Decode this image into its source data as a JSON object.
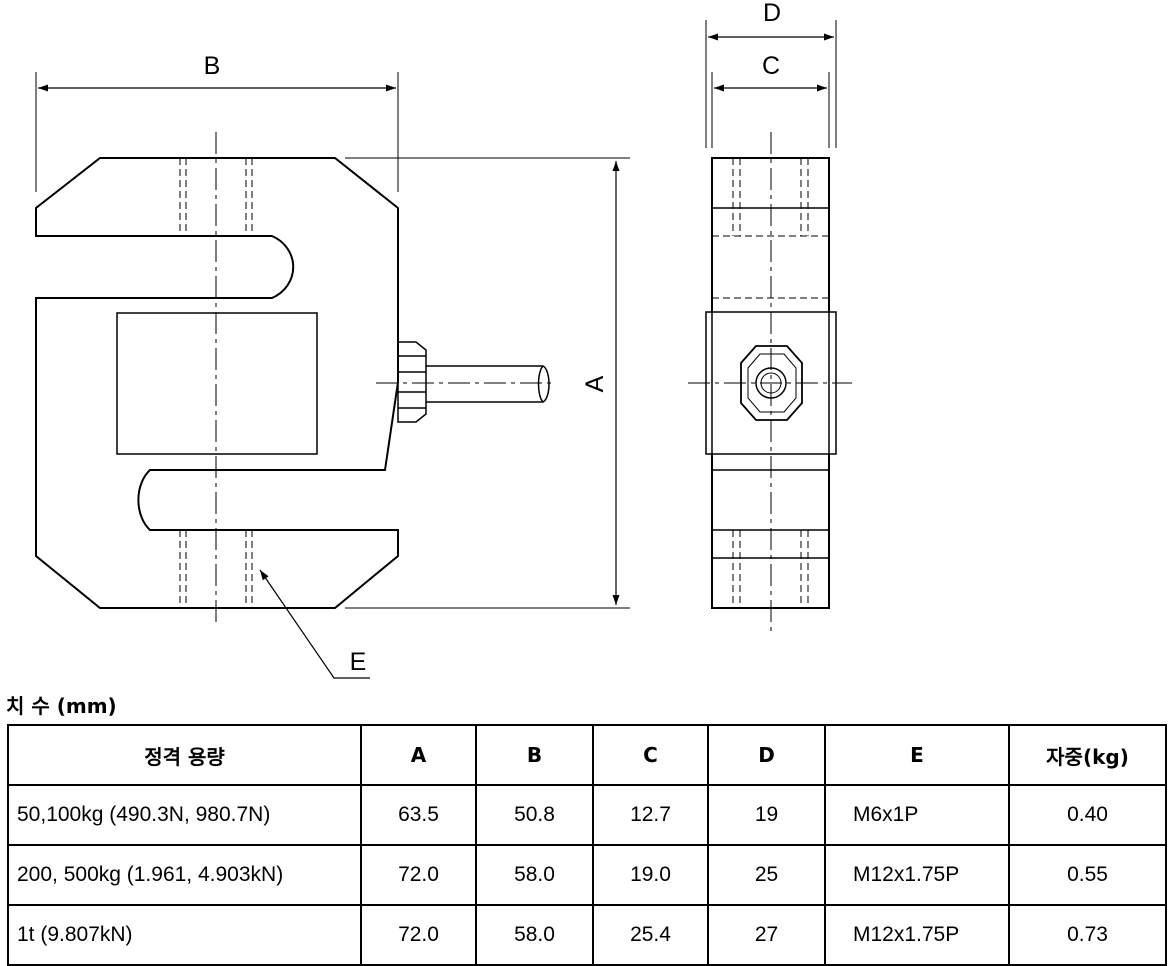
{
  "drawing": {
    "labels": {
      "A": "A",
      "B": "B",
      "C": "C",
      "D": "D",
      "E": "E"
    }
  },
  "section_title": "치 수 (mm)",
  "table": {
    "headers": [
      "정격 용량",
      "A",
      "B",
      "C",
      "D",
      "E",
      "자중(kg)"
    ],
    "rows": [
      [
        "50,100kg (490.3N, 980.7N)",
        "63.5",
        "50.8",
        "12.7",
        "19",
        "M6x1P",
        "0.40"
      ],
      [
        "200, 500kg (1.961, 4.903kN)",
        "72.0",
        "58.0",
        "19.0",
        "25",
        "M12x1.75P",
        "0.55"
      ],
      [
        "1t (9.807kN)",
        "72.0",
        "58.0",
        "25.4",
        "27",
        "M12x1.75P",
        "0.73"
      ]
    ]
  }
}
